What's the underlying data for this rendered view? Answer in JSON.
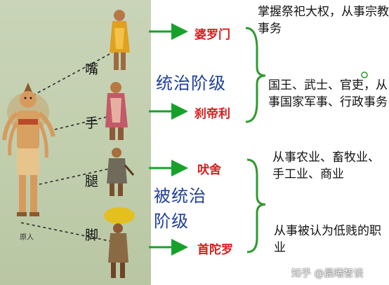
{
  "body_parts": {
    "mouth": "嘴",
    "hand": "手",
    "leg": "腿",
    "foot": "脚"
  },
  "brahma_label": "原人",
  "classes": {
    "ruling": "统治阶级",
    "ruled_line1": "被统治",
    "ruled_line2": "阶级"
  },
  "castes": {
    "brahmin": "婆罗门",
    "kshatriya": "刹帝利",
    "vaishya": "吠舍",
    "shudra": "首陀罗"
  },
  "descriptions": {
    "brahmin": "掌握祭祀大权，从事宗教事务",
    "kshatriya": "国王、武士、官吏，从事国家军事、行政事务",
    "vaishya": "从事农业、畜牧业、手工业、商业",
    "shudra": "从事被认为低贱的职业"
  },
  "watermark": "知乎 @晨曦智谈",
  "colors": {
    "arrow_green": "#17a12b",
    "caste_red": "#d61c1c",
    "class_blue": "#1f3f9c",
    "brace_green": "#2f9a2f"
  }
}
